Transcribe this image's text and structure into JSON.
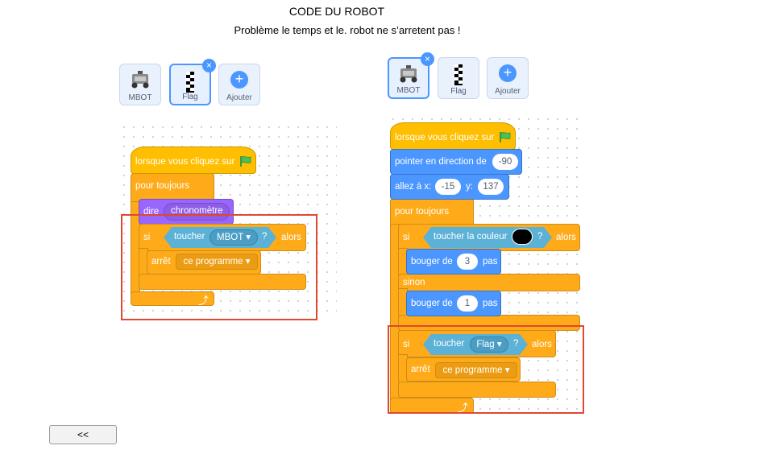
{
  "page": {
    "title": "CODE DU ROBOT",
    "subtitle": "Problème le temps et le. robot ne s’arretent pas !",
    "nav_button_label": "<<"
  },
  "colors": {
    "event": "#ffbf00",
    "control": "#ffab19",
    "motion": "#4c97ff",
    "looks": "#9966ff",
    "sensing": "#5cb1d6",
    "highlight_box": "#e0482f"
  },
  "left_panel": {
    "sprites": [
      {
        "label": "MBOT",
        "icon": "robot-icon"
      },
      {
        "label": "Flag",
        "icon": "checkered-flag-icon",
        "selected": true
      },
      {
        "label": "Ajouter",
        "icon": "plus-icon"
      }
    ],
    "script": {
      "hat": "lorsque vous cliquez sur",
      "forever": "pour toujours",
      "say": "dire",
      "say_value": "chronomètre",
      "if": "si",
      "touching": "toucher",
      "touching_target": "MBOT ▾",
      "question": "?",
      "then": "alors",
      "stop": "arrêt",
      "stop_option": "ce programme ▾",
      "loop_arrow": "⤴"
    }
  },
  "right_panel": {
    "sprites": [
      {
        "label": "MBOT",
        "icon": "robot-icon",
        "selected": true
      },
      {
        "label": "Flag",
        "icon": "checkered-flag-icon"
      },
      {
        "label": "Ajouter",
        "icon": "plus-icon"
      }
    ],
    "script": {
      "hat": "lorsque vous cliquez sur",
      "point_direction": "pointer en direction de",
      "direction_value": "-90",
      "goto_x": "allez à x:",
      "x_value": "-15",
      "goto_y": "y:",
      "y_value": "137",
      "forever": "pour toujours",
      "if1": "si",
      "touching_color": "toucher la couleur",
      "question1": "?",
      "then1": "alors",
      "move1": "bouger de",
      "move1_value": "3",
      "move1_unit": "pas",
      "else": "sinon",
      "move2": "bouger de",
      "move2_value": "1",
      "move2_unit": "pas",
      "if2": "si",
      "touching": "toucher",
      "touching_target": "Flag ▾",
      "question2": "?",
      "then2": "alors",
      "stop": "arrêt",
      "stop_option": "ce programme ▾",
      "loop_arrow": "⤴"
    }
  }
}
